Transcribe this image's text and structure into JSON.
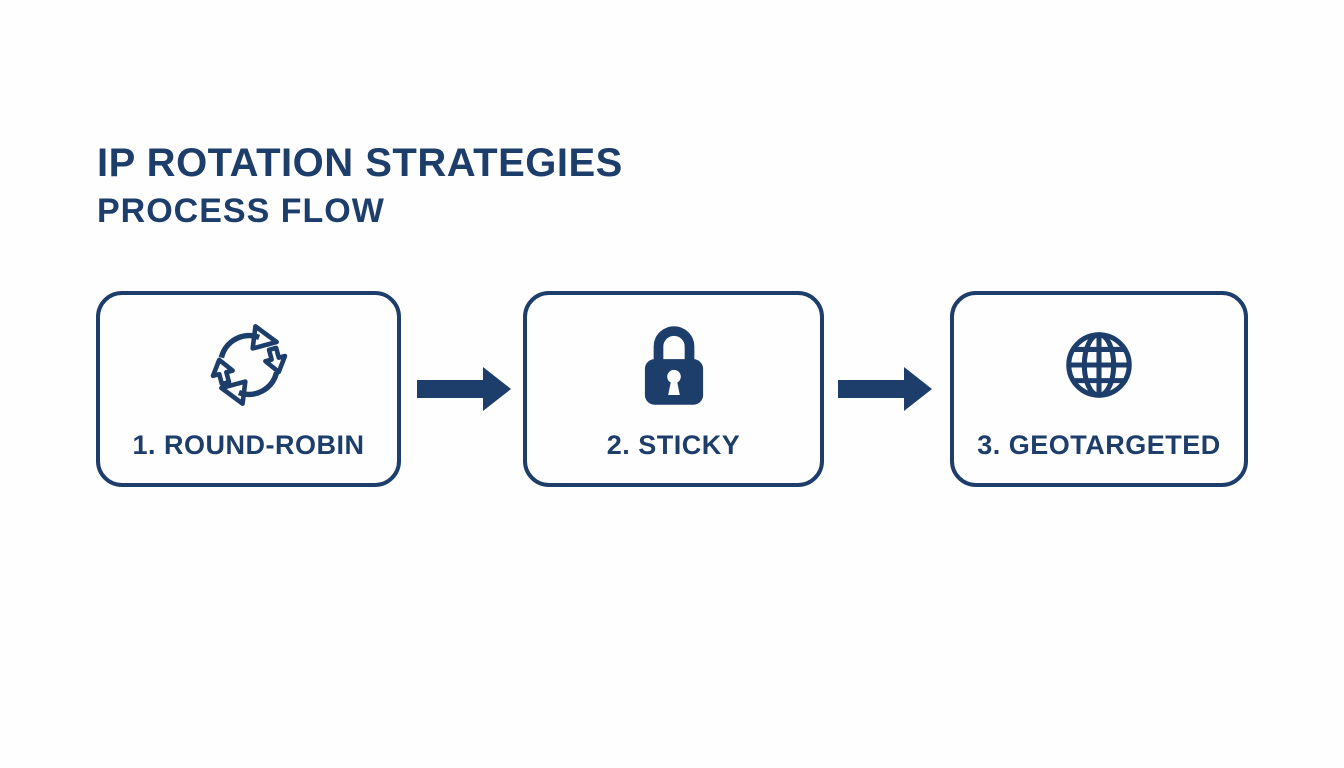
{
  "title": {
    "line1": "IP ROTATION STRATEGIES",
    "line2": "PROCESS FLOW"
  },
  "steps": [
    {
      "label": "1. ROUND-ROBIN",
      "icon": "rotation-icon"
    },
    {
      "label": "2. STICKY",
      "icon": "lock-icon"
    },
    {
      "label": "3. GEOTARGETED",
      "icon": "globe-icon"
    }
  ],
  "arrows": {
    "count": 2,
    "direction": "right"
  },
  "colors": {
    "accent": "#1d3e6b",
    "background": "#fdfdfd"
  }
}
